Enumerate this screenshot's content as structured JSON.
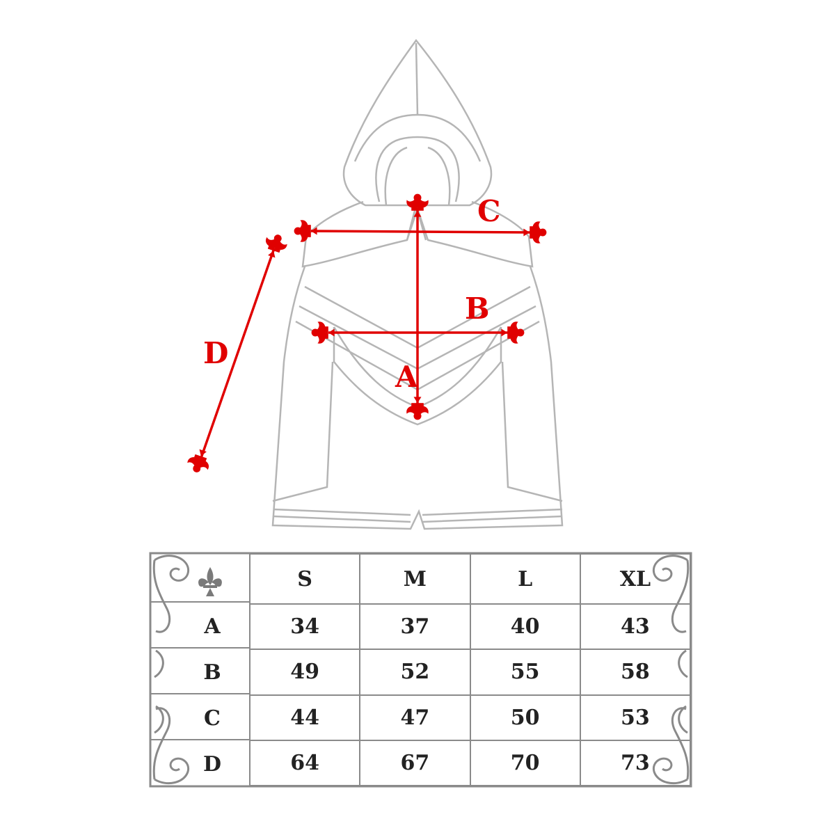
{
  "measurements": {
    "a": "A",
    "b": "B",
    "c": "C",
    "d": "D"
  },
  "size_chart": {
    "sizes": [
      "S",
      "M",
      "L",
      "XL"
    ],
    "rows": [
      {
        "label": "A",
        "values": [
          "34",
          "37",
          "40",
          "43"
        ]
      },
      {
        "label": "B",
        "values": [
          "49",
          "52",
          "55",
          "58"
        ]
      },
      {
        "label": "C",
        "values": [
          "44",
          "47",
          "50",
          "53"
        ]
      },
      {
        "label": "D",
        "values": [
          "64",
          "67",
          "70",
          "73"
        ]
      }
    ]
  },
  "colors": {
    "measure": "#e00000",
    "outline": "#b5b5b5",
    "frame": "#8a8a8a"
  },
  "icons": [
    "fleur-de-lis-icon"
  ]
}
